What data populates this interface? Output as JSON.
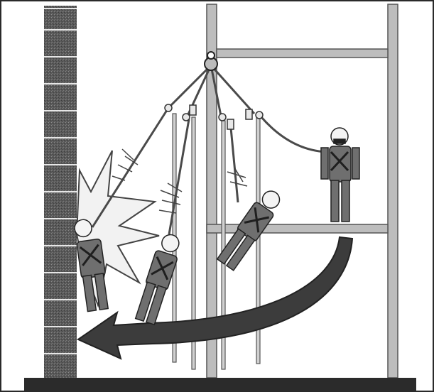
{
  "illustration": {
    "subject": "fall-arrest-swing-hazard",
    "colors": {
      "background": "#ffffff",
      "frame": "#2a2a2a",
      "steel": "#bdbdbd",
      "steel_edge": "#555555",
      "wall": "#5e5e5e",
      "wall_mortar": "#e6e6e6",
      "ground": "#2b2b2b",
      "arrow": "#3c3c3c",
      "lanyard": "#4a4a4a",
      "worker_suit": "#6f6f6f",
      "worker_harness": "#1f1f1f",
      "helmet": "#f4f4f4",
      "impact": "#f2f2f2"
    },
    "workers": [
      {
        "id": "worker-standing-on-platform",
        "state": "standing"
      },
      {
        "id": "worker-falling",
        "state": "falling"
      },
      {
        "id": "worker-swinging",
        "state": "swinging"
      },
      {
        "id": "worker-impacting-wall",
        "state": "impact"
      }
    ],
    "icons": [
      "anchor-point-icon",
      "impact-burst-icon",
      "swing-arrow-icon",
      "motion-lines-icon"
    ]
  }
}
